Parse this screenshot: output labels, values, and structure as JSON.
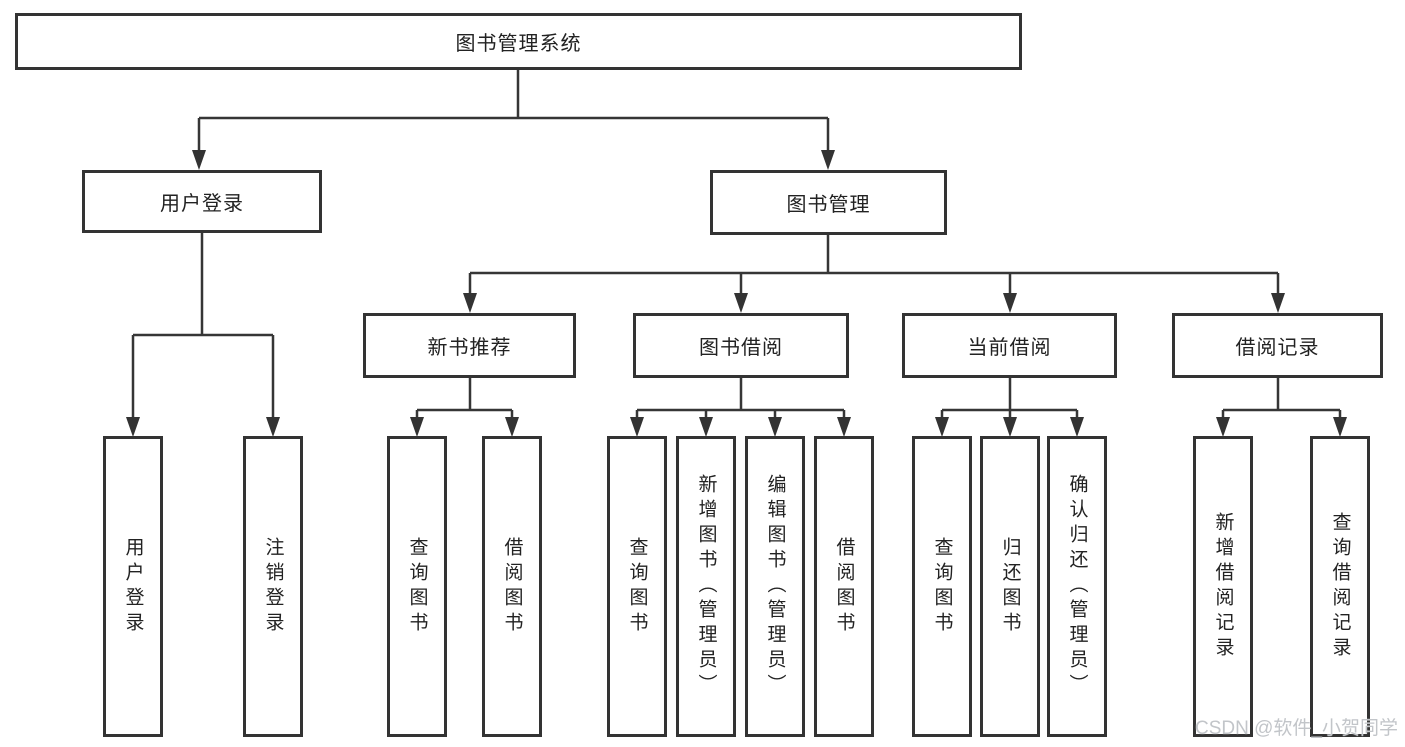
{
  "diagram": {
    "title": "图书管理系统",
    "level2": [
      {
        "label": "用户登录"
      },
      {
        "label": "图书管理"
      }
    ],
    "level3": [
      {
        "label": "新书推荐",
        "parent": "图书管理"
      },
      {
        "label": "图书借阅",
        "parent": "图书管理"
      },
      {
        "label": "当前借阅",
        "parent": "图书管理"
      },
      {
        "label": "借阅记录",
        "parent": "图书管理"
      }
    ],
    "leaves": [
      {
        "label": "用户登录",
        "parent": "用户登录"
      },
      {
        "label": "注销登录",
        "parent": "用户登录"
      },
      {
        "label": "查询图书",
        "parent": "新书推荐"
      },
      {
        "label": "借阅图书",
        "parent": "新书推荐"
      },
      {
        "label": "查询图书",
        "parent": "图书借阅"
      },
      {
        "label": "新增图书（管理员）",
        "parent": "图书借阅"
      },
      {
        "label": "编辑图书（管理员）",
        "parent": "图书借阅"
      },
      {
        "label": "借阅图书",
        "parent": "图书借阅"
      },
      {
        "label": "查询图书",
        "parent": "当前借阅"
      },
      {
        "label": "归还图书",
        "parent": "当前借阅"
      },
      {
        "label": "确认归还（管理员）",
        "parent": "当前借阅"
      },
      {
        "label": "新增借阅记录",
        "parent": "借阅记录"
      },
      {
        "label": "查询借阅记录",
        "parent": "借阅记录"
      }
    ]
  },
  "watermark": "CSDN @软件_小贺同学",
  "colors": {
    "line": "#363636",
    "border": "#333333",
    "text": "#222222",
    "watermark": "#c2c5c9",
    "background": "#ffffff"
  }
}
